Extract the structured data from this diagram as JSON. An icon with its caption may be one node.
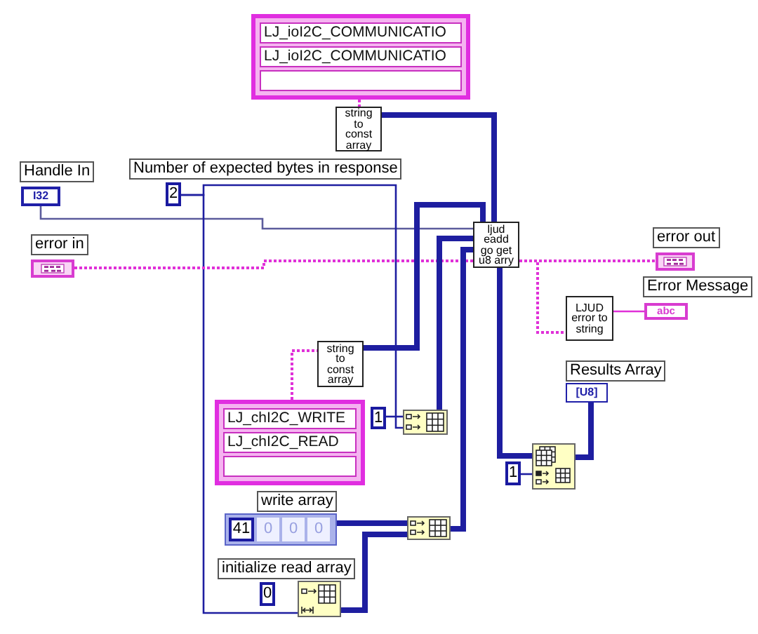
{
  "diagram": {
    "nodes": [
      {
        "text": [
          "LJ_ioI2C_COMMUNICATIO",
          "LJ_ioI2C_COMMUNICATIO"
        ]
      },
      {
        "text": [
          "string to const array"
        ]
      },
      {
        "text": [
          "Handle In",
          "I32"
        ]
      },
      {
        "text": [
          "Number of expected bytes in response",
          "2"
        ]
      },
      {
        "text": [
          "error in"
        ]
      },
      {
        "text": [
          "ljud eadd go get u8 arry"
        ]
      },
      {
        "text": [
          "error out"
        ]
      },
      {
        "text": [
          "Error Message",
          "abc"
        ]
      },
      {
        "text": [
          "LJUD error to string"
        ]
      },
      {
        "text": [
          "string to const array"
        ]
      },
      {
        "text": [
          "LJ_chI2C_WRITE",
          "LJ_chI2C_READ"
        ]
      },
      {
        "text": [
          "Results Array",
          "[U8]"
        ]
      },
      {
        "text": [
          "1"
        ]
      },
      {
        "text": [],
        "shape": "box"
      },
      {
        "text": [],
        "shape": "box"
      },
      {
        "text": [
          "1"
        ]
      },
      {
        "text": [
          "write array",
          "41",
          "0",
          "0",
          "0"
        ]
      },
      {
        "text": [],
        "shape": "box"
      },
      {
        "text": [
          "initialize read array",
          "0"
        ]
      },
      {
        "text": [],
        "shape": "box"
      }
    ],
    "edges": [
      {
        "from": 0,
        "to": 1,
        "arrow": "none",
        "style": "dashed",
        "color": "#e030d8"
      },
      {
        "from": 1,
        "to": 5,
        "arrow": "none",
        "style": "thick"
      },
      {
        "from": 2,
        "to": 5,
        "arrow": "none",
        "color": "#5c5c9c"
      },
      {
        "from": 3,
        "to": 13,
        "arrow": "none"
      },
      {
        "from": 3,
        "to": 19,
        "arrow": "none"
      },
      {
        "from": 4,
        "to": 5,
        "arrow": "none",
        "style": "dashed",
        "color": "#e030d8"
      },
      {
        "from": 5,
        "to": 6,
        "arrow": "none",
        "style": "dashed",
        "color": "#e030d8"
      },
      {
        "from": 5,
        "to": 8,
        "arrow": "none",
        "style": "dashed",
        "color": "#e030d8"
      },
      {
        "from": 8,
        "to": 7,
        "arrow": "none",
        "color": "#e030d8"
      },
      {
        "from": 9,
        "to": 5,
        "arrow": "none",
        "style": "thick"
      },
      {
        "from": 10,
        "to": 9,
        "arrow": "none",
        "style": "dashed",
        "color": "#e030d8"
      },
      {
        "from": 12,
        "to": 13,
        "arrow": "none"
      },
      {
        "from": 13,
        "to": 5,
        "arrow": "none",
        "style": "thick"
      },
      {
        "from": 16,
        "to": 17,
        "arrow": "none",
        "style": "thick"
      },
      {
        "from": 19,
        "to": 17,
        "arrow": "none",
        "style": "thick"
      },
      {
        "from": 17,
        "to": 5,
        "arrow": "none",
        "style": "thick"
      },
      {
        "from": 5,
        "to": 14,
        "arrow": "none",
        "style": "thick"
      },
      {
        "from": 15,
        "to": 14,
        "arrow": "none"
      },
      {
        "from": 14,
        "to": 11,
        "arrow": "none",
        "style": "thick"
      }
    ]
  }
}
